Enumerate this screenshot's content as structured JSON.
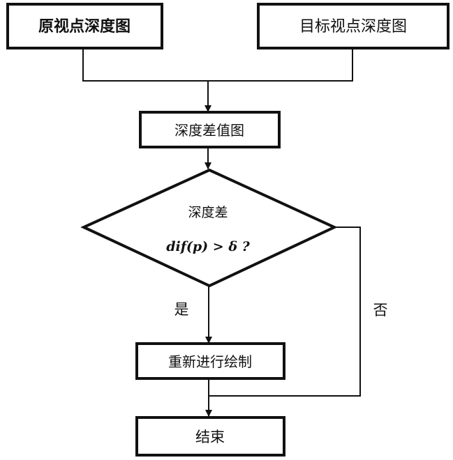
{
  "nodes": {
    "source_depth": "原视点深度图",
    "target_depth": "目标视点深度图",
    "depth_diff_map": "深度差值图",
    "decision_line1": "深度差",
    "decision_formula": "dif(p) > δ ?",
    "rerender": "重新进行绘制",
    "end": "结束"
  },
  "edges": {
    "yes_label": "是",
    "no_label": "否"
  }
}
